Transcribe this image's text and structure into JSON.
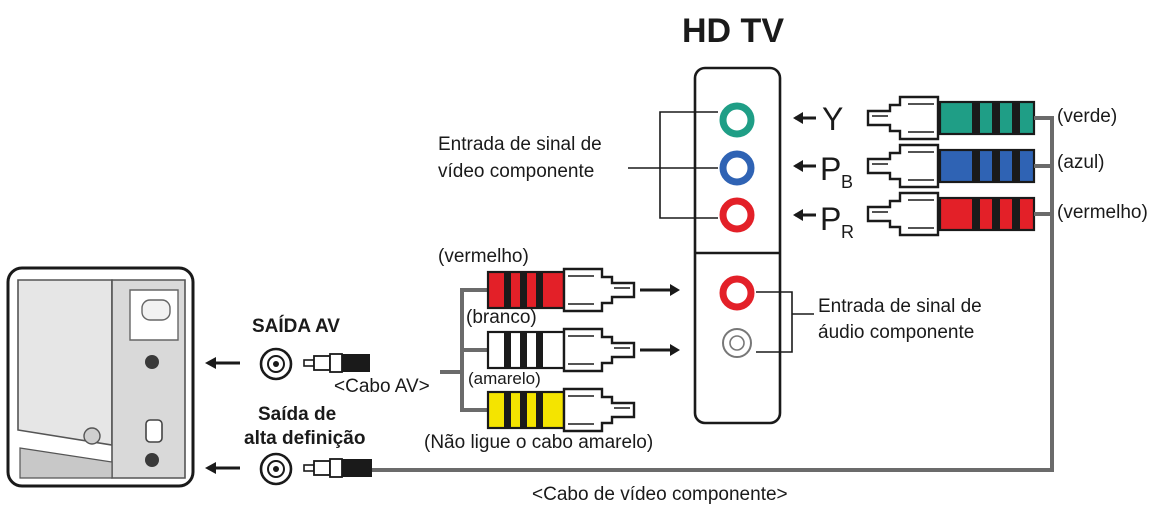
{
  "title": "HD TV",
  "tv_panel": {
    "video_input_label_line1": "Entrada de sinal de",
    "video_input_label_line2": "vídeo componente",
    "audio_input_label_line1": "Entrada de sinal de",
    "audio_input_label_line2": "áudio componente",
    "symbol_y": "Y",
    "symbol_pb": "P",
    "symbol_pb_sub": "B",
    "symbol_pr": "P",
    "symbol_pr_sub": "R"
  },
  "component_plugs": [
    {
      "name": "Y",
      "label": "(verde)",
      "color": "#1f9e86"
    },
    {
      "name": "PB",
      "label": "(azul)",
      "color": "#2f63b4"
    },
    {
      "name": "PR",
      "label": "(vermelho)",
      "color": "#e32028"
    }
  ],
  "av_plugs": [
    {
      "label": "(vermelho)",
      "color": "#e32028"
    },
    {
      "label": "(branco)",
      "color": "#ffffff"
    },
    {
      "label": "(amarelo)",
      "color": "#f4e400"
    }
  ],
  "av_cable_label": "<Cabo AV>",
  "yellow_note": "(Não ligue o cabo amarelo)",
  "component_cable_label": "<Cabo de vídeo componente>",
  "camera": {
    "av_out_label": "SAÍDA AV",
    "hd_out_label_line1": "Saída de",
    "hd_out_label_line2": "alta definição"
  },
  "colors": {
    "jack_green": "#1f9e86",
    "jack_blue": "#2f63b4",
    "jack_red": "#e32028",
    "wire_gray": "#6b6b6b"
  }
}
